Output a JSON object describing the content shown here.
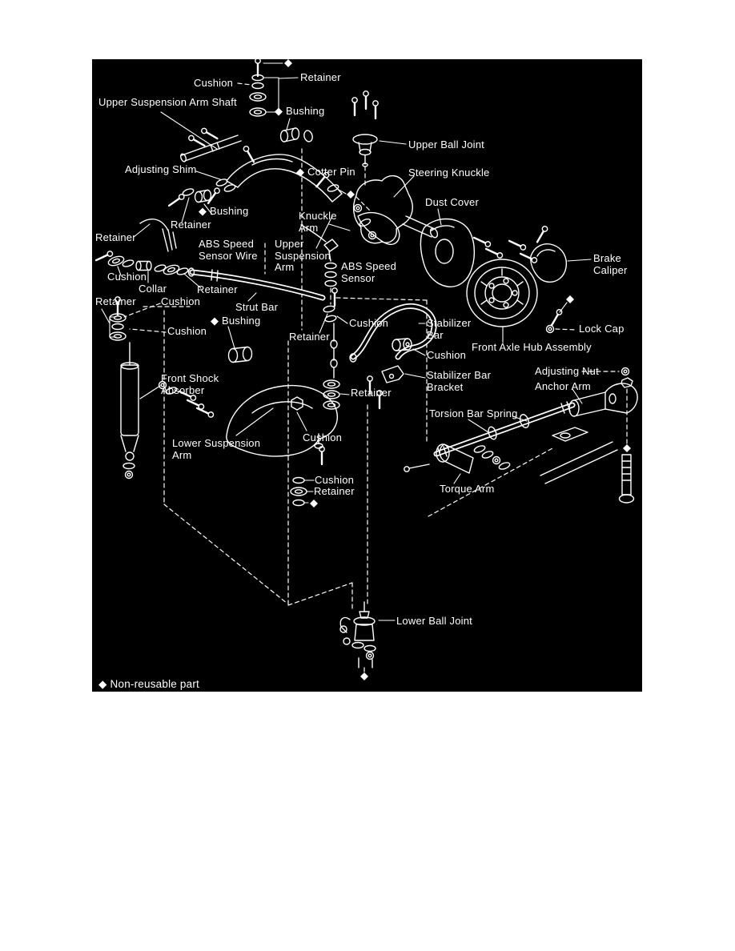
{
  "diagram": {
    "legend": "◆ Non-reusable part",
    "colors": {
      "background": "#000000",
      "ink": "#ffffff",
      "page": "#ffffff"
    },
    "labels": {
      "retainer_top": "Retainer",
      "cushion_top": "Cushion",
      "upper_suspension_arm_shaft": "Upper Suspension Arm Shaft",
      "bushing_top": "◆ Bushing",
      "upper_ball_joint": "Upper Ball Joint",
      "adjusting_shim": "Adjusting Shim",
      "cotter_pin": "◆ Cotter Pin",
      "steering_knuckle": "Steering Knuckle",
      "dust_cover": "Dust Cover",
      "bushing_mid": "◆ Bushing",
      "retainer_bushing": "Retainer",
      "knuckle_arm": "Knuckle Arm",
      "retainer_wire": "Retainer",
      "abs_speed_sensor_wire": "ABS Speed Sensor Wire",
      "upper_suspension_arm": "Upper Suspension Arm",
      "abs_speed_sensor": "ABS Speed Sensor",
      "brake_caliper": "Brake Caliper",
      "cushion_left": "Cushion",
      "collar": "Collar",
      "retainer_collar": "Retainer",
      "retainer_shock": "Retainer",
      "cushion_shock": "Cushion",
      "strut_bar": "Strut Bar",
      "bushing_strut": "◆ Bushing",
      "cushion_shock2": "Cushion",
      "retainer_link_top": "Retainer",
      "cushion_link": "Cushion",
      "stabilizer_bar": "Stabilizer Bar",
      "lock_cap": "Lock Cap",
      "front_axle_hub_assembly": "Front Axle Hub Assembly",
      "cushion_stab": "Cushion",
      "stabilizer_bar_bracket": "Stabilizer Bar Bracket",
      "adjusting_nut": "Adjusting Nut",
      "anchor_arm": "Anchor Arm",
      "retainer_link_bottom": "Retainer",
      "front_shock_absorber": "Front Shock Absorber",
      "torsion_bar_spring": "Torsion Bar Spring",
      "lower_suspension_arm": "Lower Suspension Arm",
      "cushion_arm": "Cushion",
      "torque_arm": "Torque Arm",
      "cushion_bottom": "Cushion",
      "retainer_bottom": "Retainer",
      "lower_ball_joint": "Lower Ball Joint"
    }
  }
}
